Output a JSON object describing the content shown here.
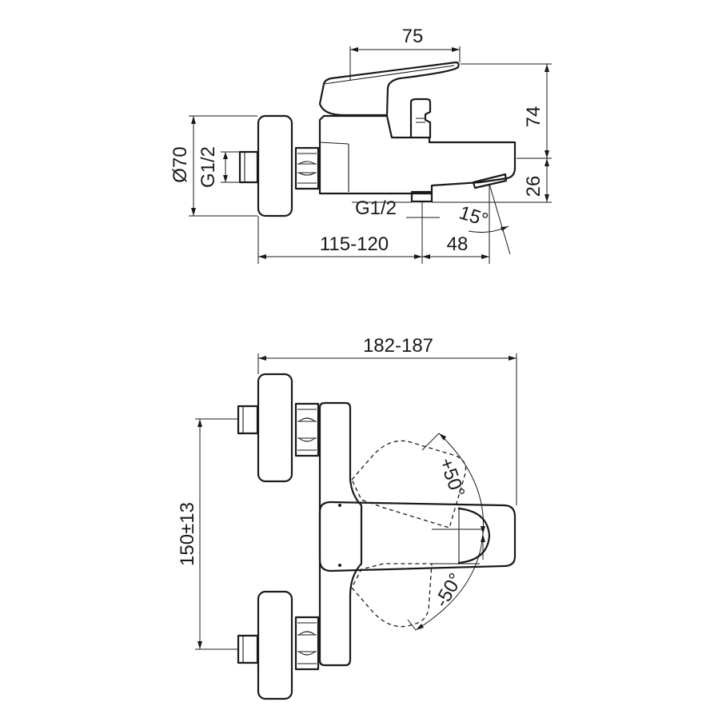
{
  "side_view": {
    "dim_top_width": "75",
    "dim_height_body": "74",
    "dim_height_spout": "26",
    "dim_rosette_diameter": "Ø70",
    "dim_inlet_thread": "G1/2",
    "dim_outlet_thread": "G1/2",
    "dim_spout_angle": "15°",
    "dim_wall_to_outlet": "115-120",
    "dim_outlet_offset": "48"
  },
  "top_view": {
    "dim_total_width": "182-187",
    "dim_inlet_spacing": "150±13",
    "dim_rotation_plus": "+50°",
    "dim_rotation_minus": "-50°"
  }
}
